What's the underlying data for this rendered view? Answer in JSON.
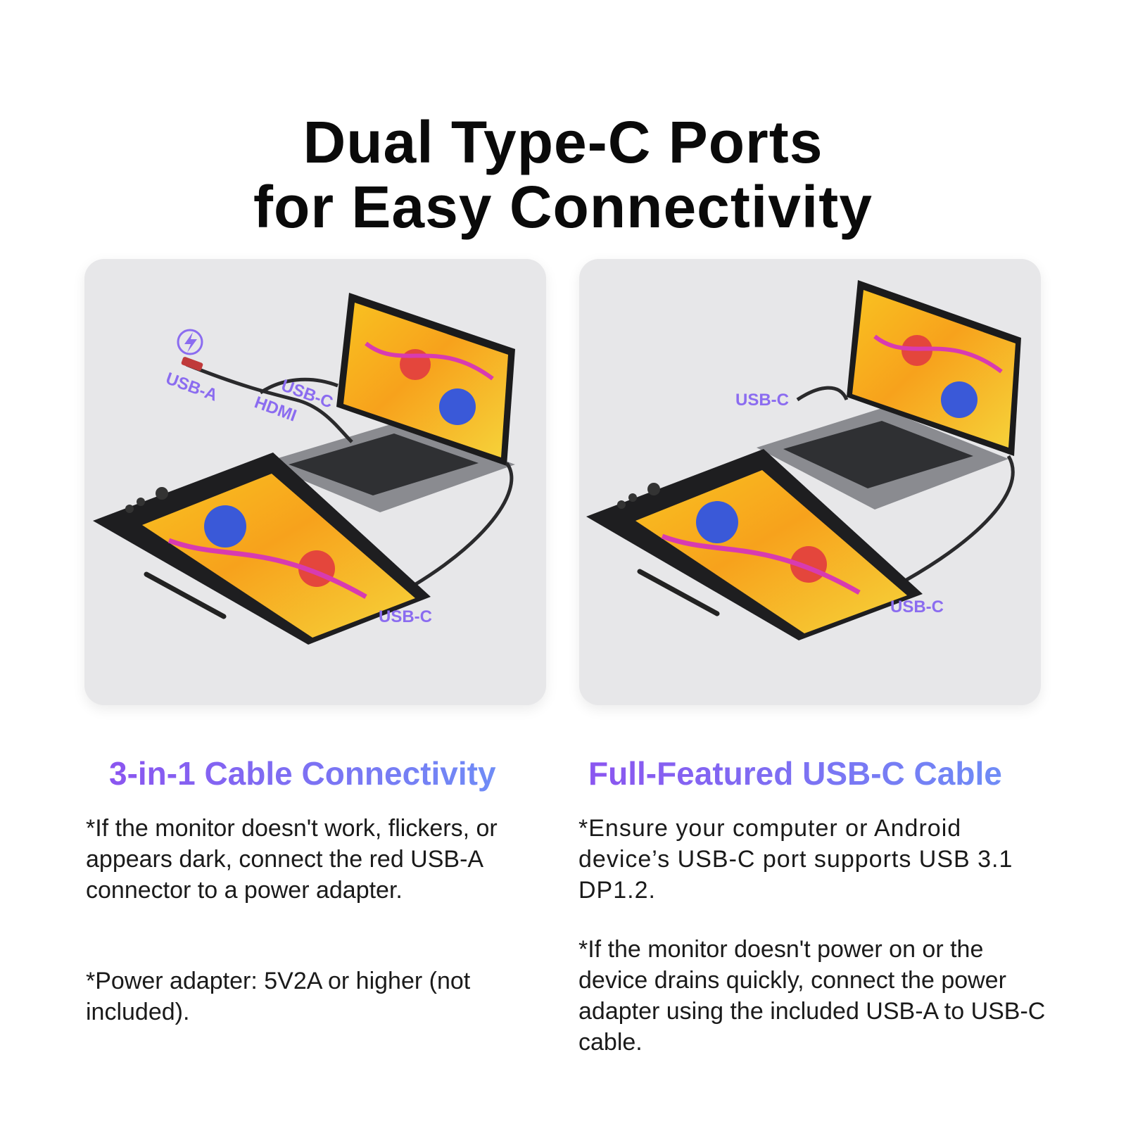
{
  "headline": {
    "line1": "Dual Type-C Ports",
    "line2": "for Easy Connectivity"
  },
  "left_panel": {
    "labels": {
      "usb_a": "USB-A",
      "usb_c_top": "USB-C",
      "hdmi": "HDMI",
      "usb_c_bottom": "USB-C"
    },
    "subhead": "3-in-1 Cable Connectivity",
    "note1": "*If the monitor doesn't work, flickers, or appears dark, connect the red USB-A connector to a power adapter.",
    "note2": "*Power adapter: 5V2A or higher (not included)."
  },
  "right_panel": {
    "labels": {
      "usb_c_top": "USB-C",
      "usb_c_bottom": "USB-C"
    },
    "subhead": "Full-Featured USB-C Cable",
    "note1": "*Ensure your computer or Android device’s USB-C port supports USB 3.1 DP1.2.",
    "note2": "*If the monitor doesn't power on or the device drains quickly, connect the power adapter using the included USB-A to USB-C cable."
  },
  "colors": {
    "accent_purple": "#8b55f0",
    "accent_blue": "#6f8cf6",
    "panel_bg": "#e7e7e9"
  }
}
